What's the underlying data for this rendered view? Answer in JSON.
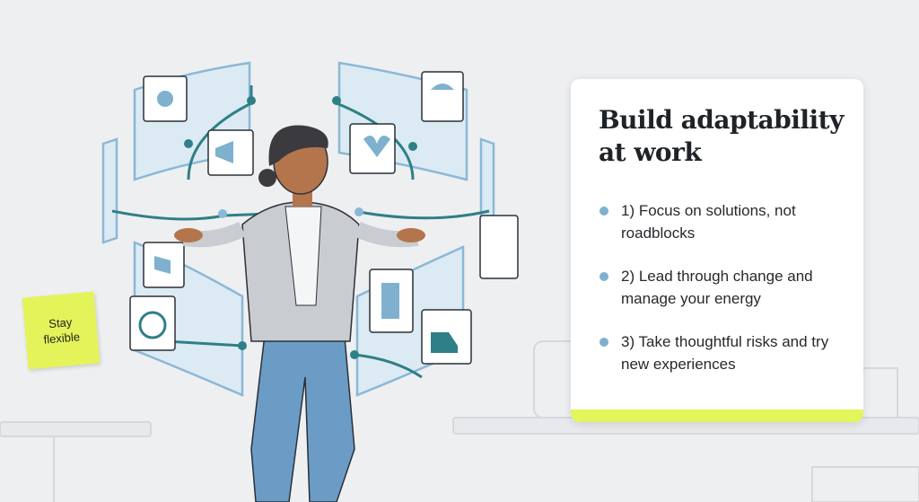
{
  "card": {
    "title": "Build adaptability at work",
    "bullets": [
      "1) Focus on solutions, not roadblocks",
      "2) Lead through change and manage your energy",
      "3) Take thoughtful risks and try new experiences"
    ],
    "accent_color": "#e2f55a",
    "bullet_color": "#7fb1cf"
  },
  "sticky_note": {
    "text": "Stay flexible",
    "color": "#e5f35b"
  },
  "illustration": {
    "icons": [
      "lightbulb-icon",
      "megaphone-icon",
      "flag-icon",
      "target-icon",
      "parachute-icon",
      "heart-leaf-icon",
      "arrows-icon",
      "door-icon",
      "boot-icon"
    ]
  }
}
